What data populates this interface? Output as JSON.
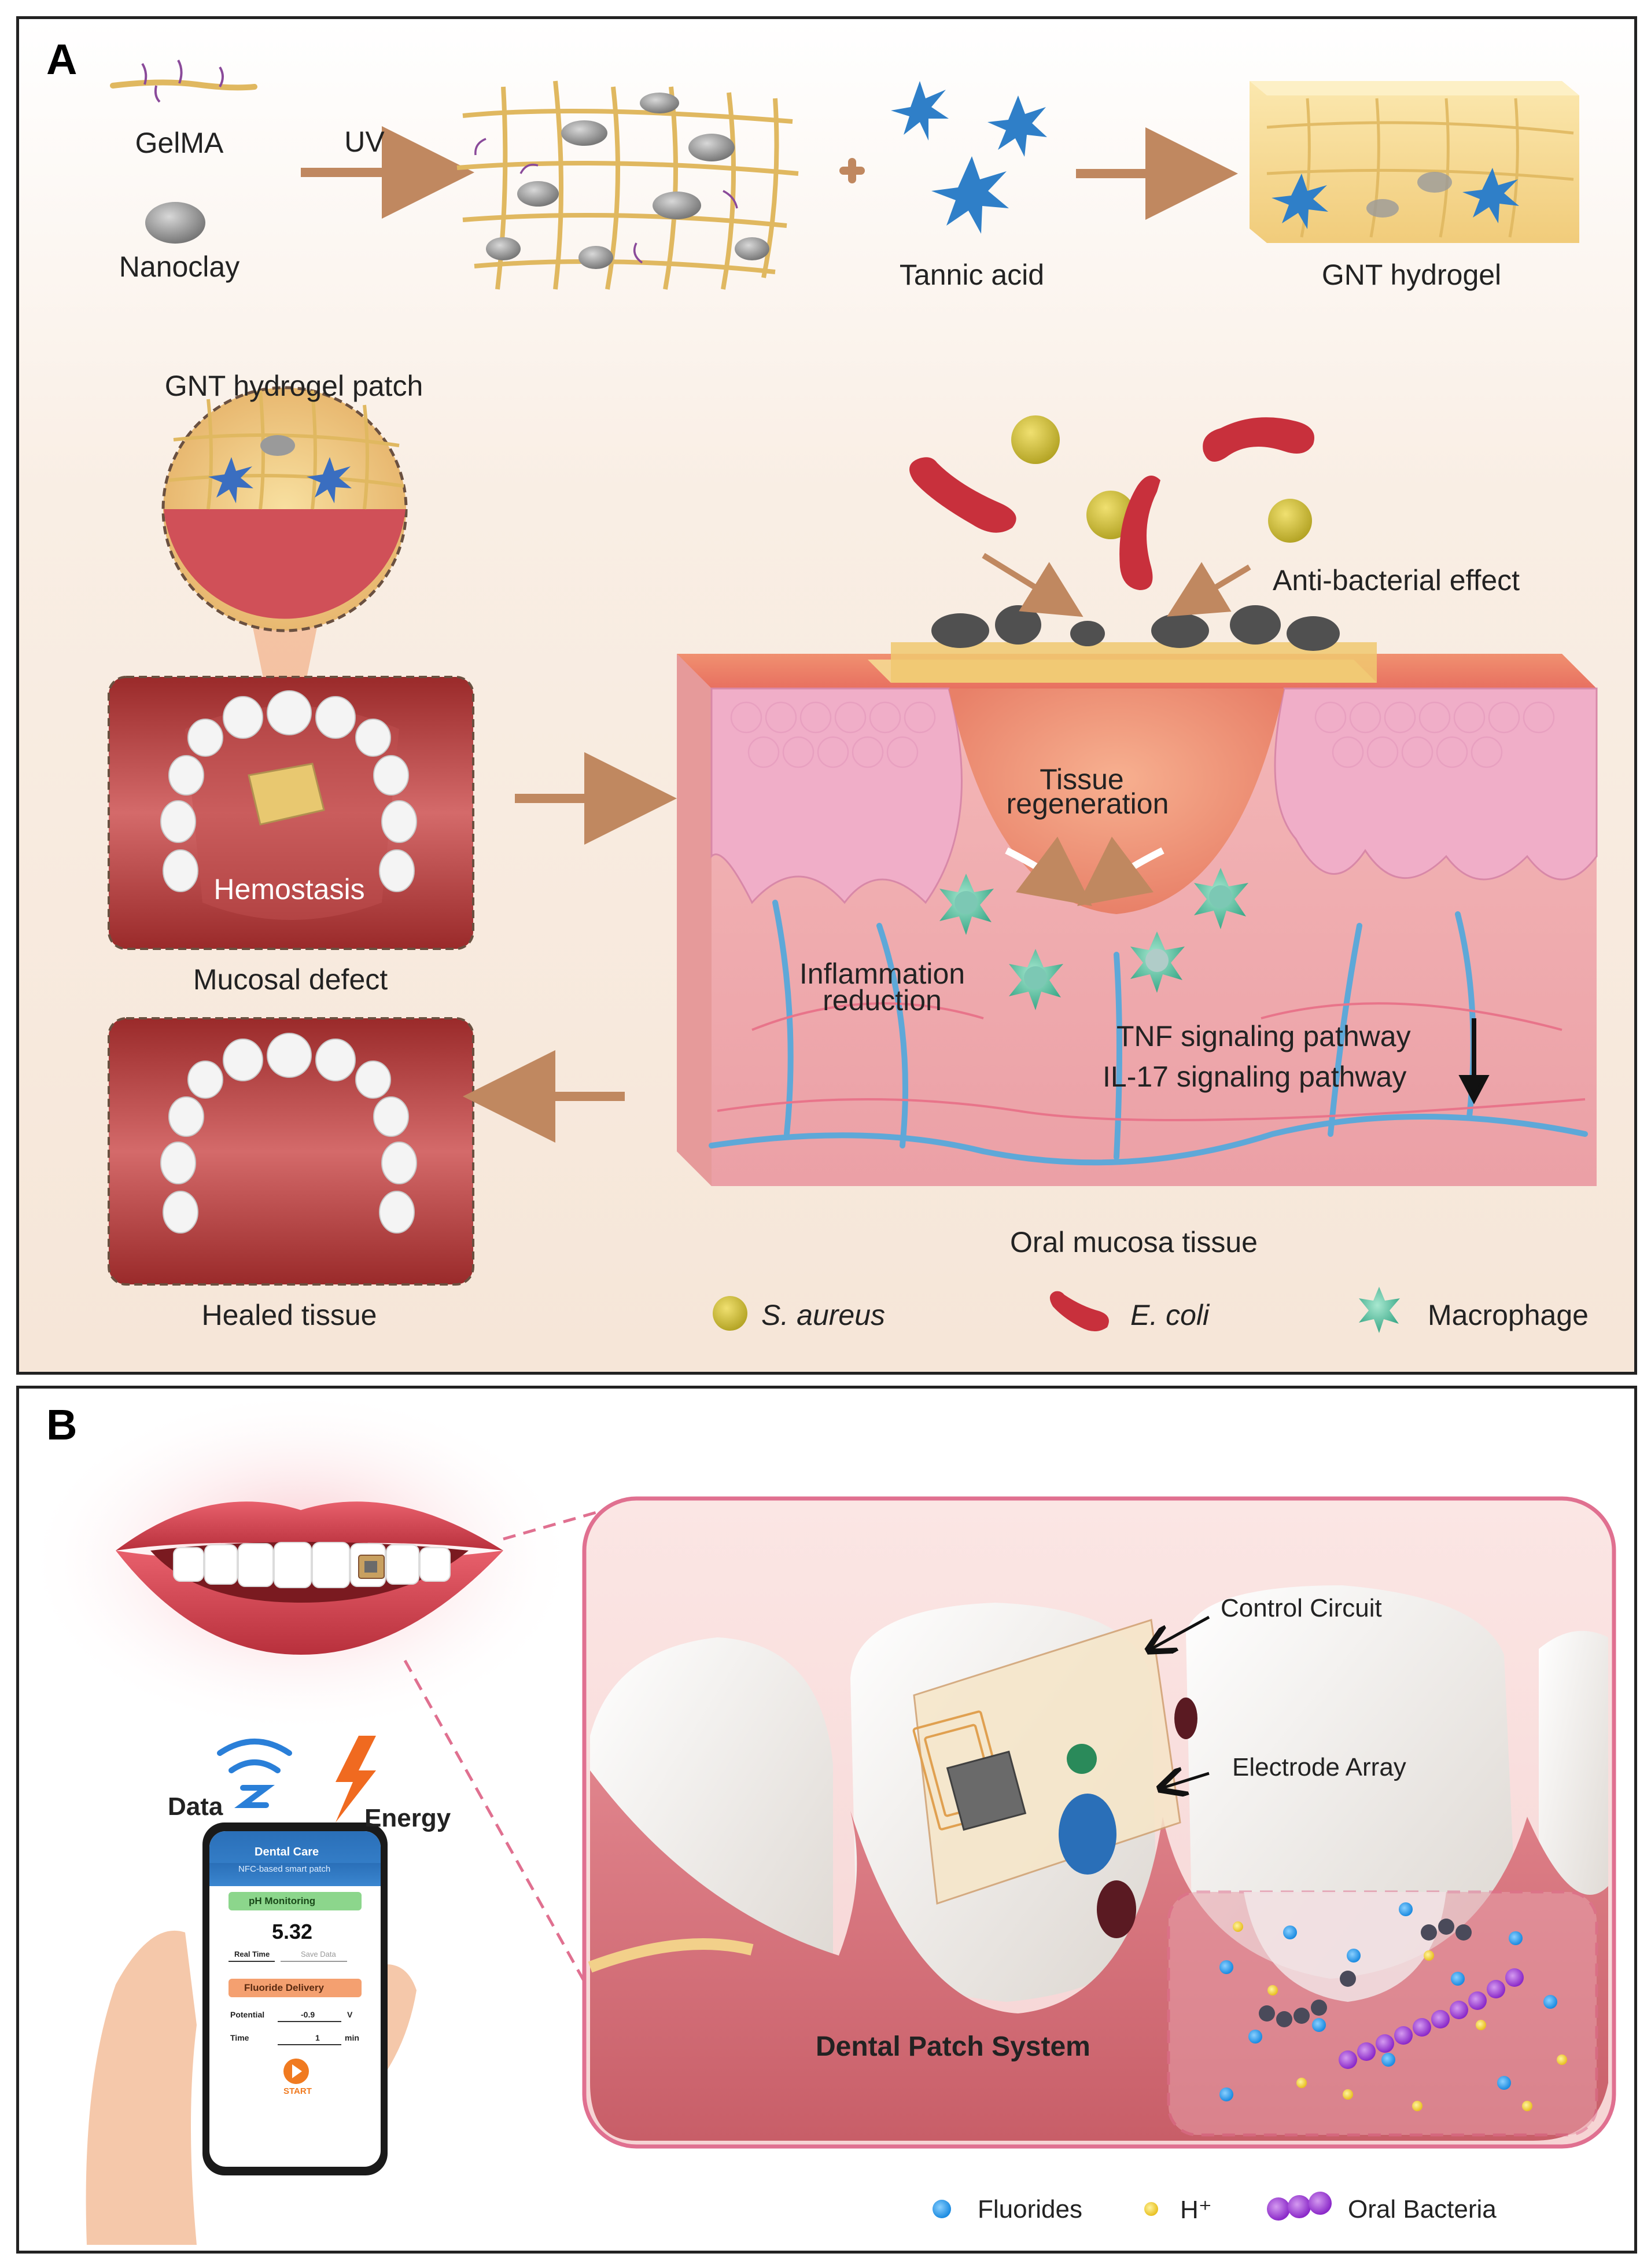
{
  "panel_a": {
    "letter": "A",
    "materials": {
      "gelma": "GelMA",
      "nanoclay": "Nanoclay",
      "uv": "UV",
      "tannic_acid": "Tannic acid",
      "gnt_hydrogel": "GNT hydrogel"
    },
    "patch_title": "GNT hydrogel patch",
    "hemostasis": "Hemostasis",
    "mucosal_defect": "Mucosal defect",
    "healed_tissue": "Healed tissue",
    "anti_bacterial": "Anti-bacterial effect",
    "tissue_regeneration_1": "Tissue",
    "tissue_regeneration_2": "regeneration",
    "inflammation_1": "Inflammation",
    "inflammation_2": "reduction",
    "tnf": "TNF signaling pathway",
    "il17": "IL-17 signaling pathway",
    "down_arrow": "↓",
    "oral_mucosa": "Oral mucosa tissue",
    "legend": {
      "s_aureus": "S. aureus",
      "e_coli": "E. coli",
      "macrophage": "Macrophage"
    },
    "colors": {
      "background": "#f7ebe0",
      "arrow": "#c08860",
      "fiber": "#e0b860",
      "star": "#2f7fc8",
      "tissue": "#e8a0a0",
      "vessel": "#5ea8d8"
    }
  },
  "panel_b": {
    "letter": "B",
    "data_label": "Data",
    "energy_label": "Energy",
    "control_circuit": "Control Circuit",
    "electrode_array": "Electrode Array",
    "dental_patch_system": "Dental Patch System",
    "legend": {
      "fluorides": "Fluorides",
      "h_plus": "H⁺",
      "oral_bacteria": "Oral Bacteria"
    },
    "phone": {
      "app_title": "Dental Care",
      "app_subtitle": "NFC-based smart patch",
      "ph_button": "pH Monitoring",
      "ph_value": "5.32",
      "real_time": "Real Time",
      "save_data": "Save Data",
      "fluoride_button": "Fluoride Delivery",
      "potential_label": "Potential",
      "potential_value": "-0.9",
      "potential_unit": "V",
      "time_label": "Time",
      "time_value": "1",
      "time_unit": "min",
      "start": "START"
    },
    "colors": {
      "frame": "#e07090",
      "gum": "#d67a82",
      "tooth": "#f2efea",
      "fluoride": "#2a9fe8",
      "h_plus": "#f2d33a",
      "bacteria": "#9a38d6"
    }
  }
}
